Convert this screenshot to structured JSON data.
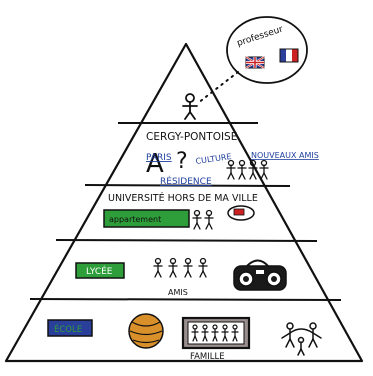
{
  "bubble": {
    "label": "professeur",
    "flags": [
      "uk-flag-icon",
      "france-flag-icon"
    ]
  },
  "tier_top": {
    "figure": "person-icon"
  },
  "tier_cergy": {
    "title": "CERGY-PONTOISE",
    "words": {
      "paris": "PARIS",
      "culture": "CULTURE",
      "nouveaux_amis": "NOUVEAUX AMIS",
      "residence": "RÉSIDENCE"
    },
    "letter": "A"
  },
  "tier_university": {
    "title": "UNIVERSITÉ HORS DE MA VILLE",
    "box_label": "appartement"
  },
  "tier_lycee": {
    "box_label": "LYCÉE",
    "amis_label": "AMIS"
  },
  "tier_ecole": {
    "box_label": "ÉCOLE",
    "famille_label": "FAMILLE"
  },
  "colors": {
    "outline": "#111111",
    "green": "#2e9e3a",
    "blue_ink": "#1f3f9e",
    "ball_orange": "#d9902a",
    "red": "#cc2222",
    "flag_blue": "#2a3f9a",
    "famille_box": "#9a8f8f"
  }
}
